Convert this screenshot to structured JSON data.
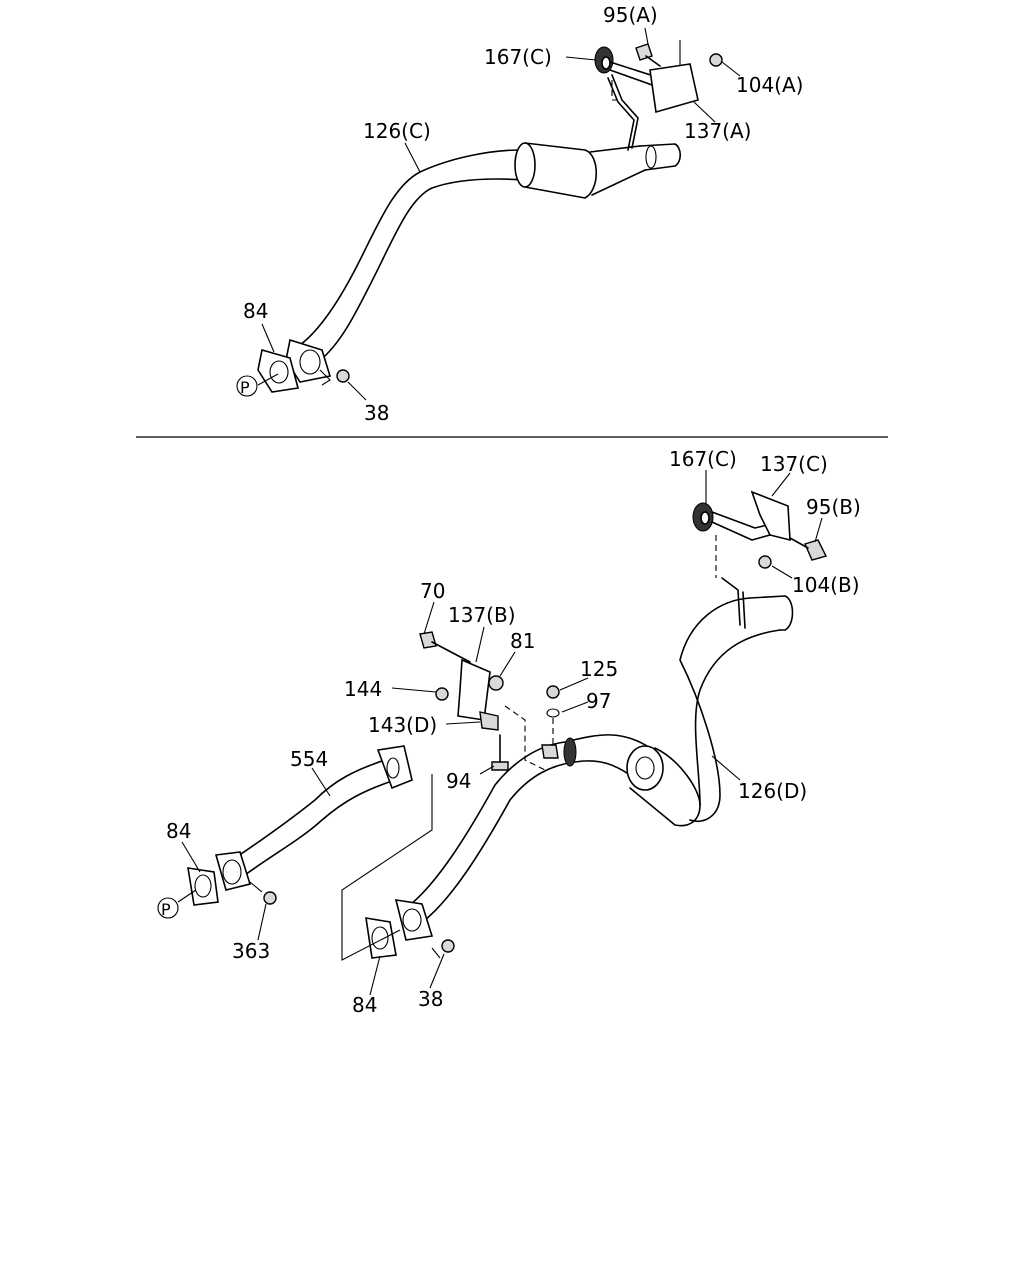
{
  "diagram": {
    "top_labels": {
      "l95a": "95(A)",
      "l167c": "167(C)",
      "l104a": "104(A)",
      "l137a": "137(A)",
      "l126c": "126(C)",
      "l84": "84",
      "lp": "P",
      "l38": "38"
    },
    "bottom_labels": {
      "l167c": "167(C)",
      "l137c": "137(C)",
      "l95b": "95(B)",
      "l104b": "104(B)",
      "l70": "70",
      "l137b": "137(B)",
      "l81": "81",
      "l125": "125",
      "l144": "144",
      "l97": "97",
      "l143d": "143(D)",
      "l554": "554",
      "l94": "94",
      "l126d": "126(D)",
      "l84a": "84",
      "lp": "P",
      "l363": "363",
      "l84b": "84",
      "l38": "38"
    },
    "line_color": "#000000",
    "background": "#ffffff"
  }
}
